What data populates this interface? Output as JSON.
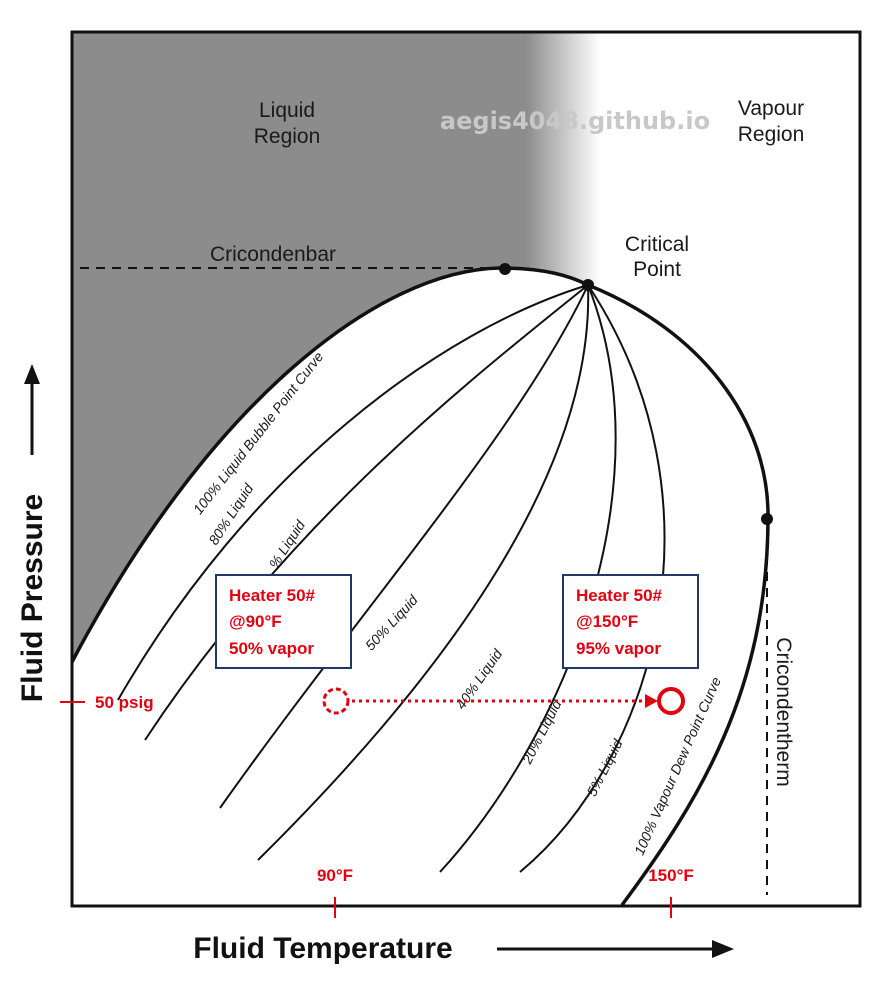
{
  "diagram": {
    "x_axis_label": "Fluid Temperature",
    "y_axis_label": "Fluid Pressure",
    "watermark": "aegis4048.github.io",
    "regions": {
      "liquid_line1": "Liquid",
      "liquid_line2": "Region",
      "vapour_line1": "Vapour",
      "vapour_line2": "Region"
    },
    "labels": {
      "cricondenbar": "Cricondenbar",
      "cricondentherm": "Cricondentherm",
      "critical_line1": "Critical",
      "critical_line2": "Point"
    },
    "curves": [
      {
        "label": "100% Liquid Bubble Point Curve"
      },
      {
        "label": "80% Liquid"
      },
      {
        "label": "% Liquid"
      },
      {
        "label": "50% Liquid"
      },
      {
        "label": "40% Liquid"
      },
      {
        "label": "20% Liquid"
      },
      {
        "label": "5% Liquid"
      },
      {
        "label": "100% Vapour Dew Point Curve"
      }
    ],
    "annotations": {
      "pressure_marker": "50 psig",
      "temp_marker_1": "90°F",
      "temp_marker_2": "150°F",
      "box1": {
        "line1": "Heater 50#",
        "line2": "@90°F",
        "line3": "50% vapor"
      },
      "box2": {
        "line1": "Heater 50#",
        "line2": "@150°F",
        "line3": "95% vapor"
      }
    },
    "colors": {
      "liquid_region": "#8c8c8c",
      "annotation": "#e3000f",
      "box_border": "#1f3864"
    }
  }
}
